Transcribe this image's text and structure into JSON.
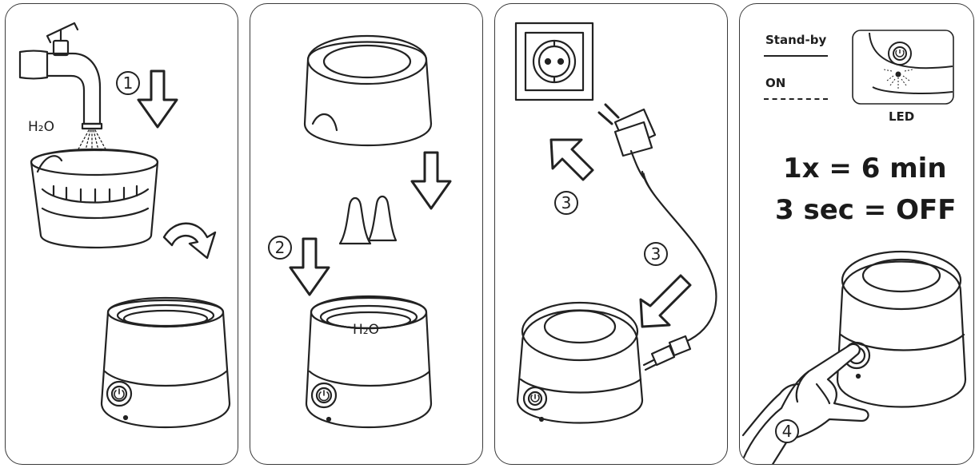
{
  "panels": [
    {
      "h2o": "H₂O",
      "step": "1"
    },
    {
      "h2o": "H₂O",
      "step": "2"
    },
    {
      "steps": [
        "3",
        "3"
      ]
    },
    {
      "standby_label": "Stand-by",
      "on_label": "ON",
      "led_label": "LED",
      "rule_1": "1x = 6 min",
      "rule_2": "3 sec = OFF",
      "step": "4"
    }
  ],
  "icons": [
    "water-tap-icon",
    "down-arrow-icon",
    "rotate-arrow-icon",
    "power-plug-icon",
    "wall-socket-icon",
    "hand-press-icon",
    "led-icon"
  ]
}
